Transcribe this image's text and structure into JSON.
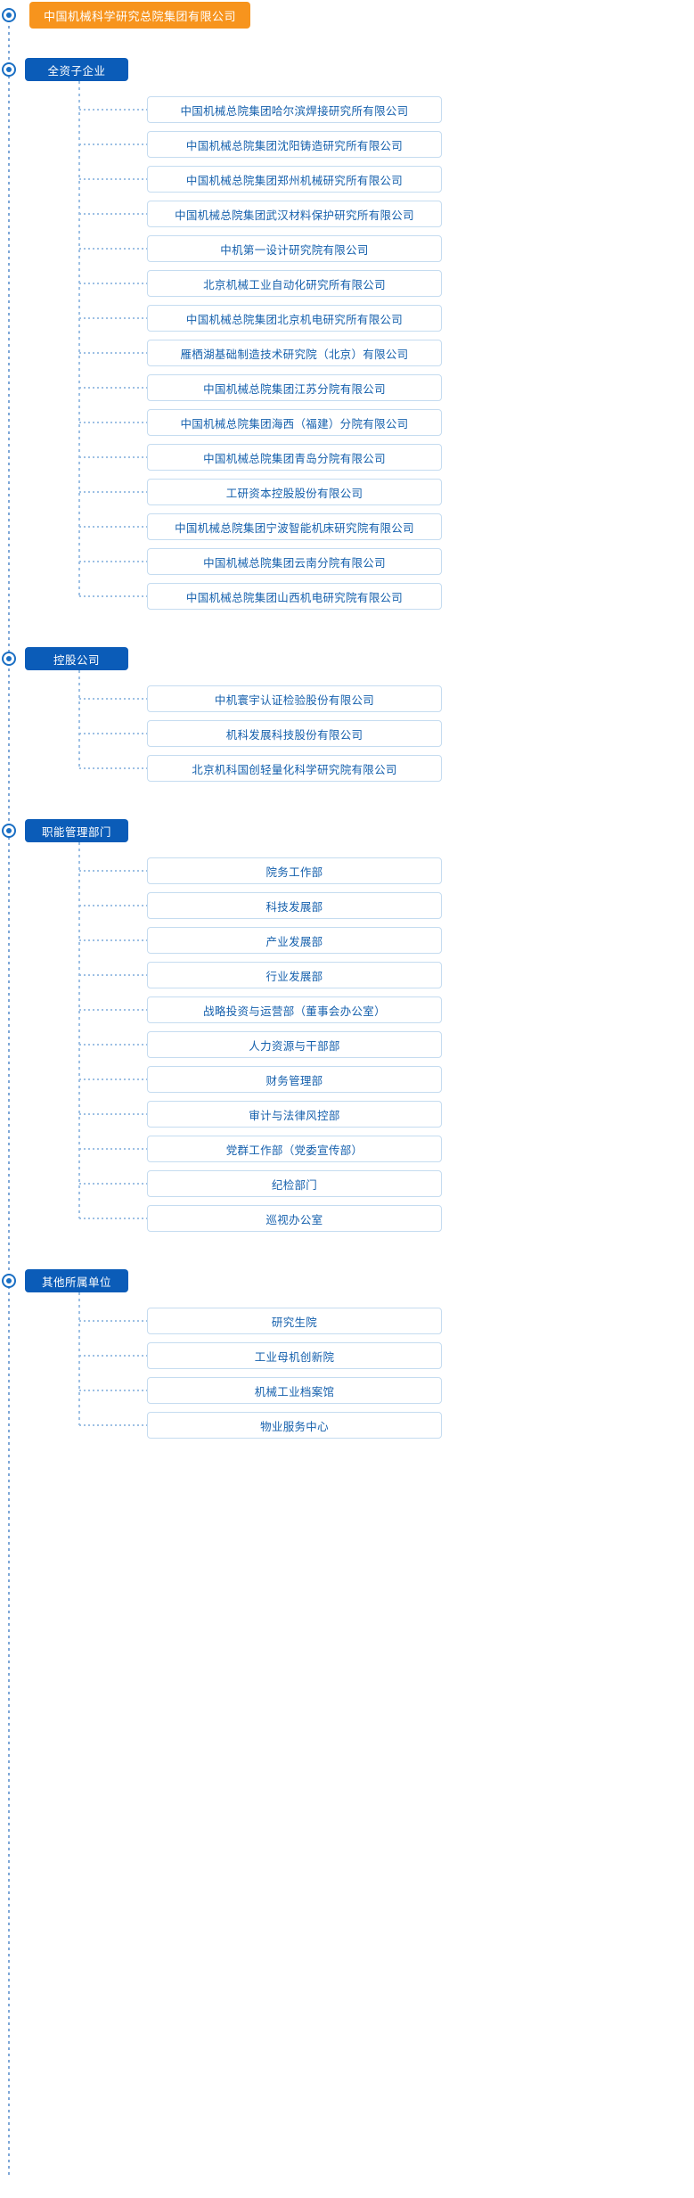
{
  "colors": {
    "root_bg": "#f7941d",
    "category_bg": "#0b5cb8",
    "item_text": "#1560ad",
    "item_border": "#c5dcf0",
    "line": "#9dc0e4",
    "marker": "#1a6fc4"
  },
  "root": {
    "label": "中国机械科学研究总院集团有限公司",
    "marker_name": "root-node-marker"
  },
  "groups": [
    {
      "label": "全资子企业",
      "items": [
        "中国机械总院集团哈尔滨焊接研究所有限公司",
        "中国机械总院集团沈阳铸造研究所有限公司",
        "中国机械总院集团郑州机械研究所有限公司",
        "中国机械总院集团武汉材料保护研究所有限公司",
        "中机第一设计研究院有限公司",
        "北京机械工业自动化研究所有限公司",
        "中国机械总院集团北京机电研究所有限公司",
        "雁栖湖基础制造技术研究院（北京）有限公司",
        "中国机械总院集团江苏分院有限公司",
        "中国机械总院集团海西（福建）分院有限公司",
        "中国机械总院集团青岛分院有限公司",
        "工研资本控股股份有限公司",
        "中国机械总院集团宁波智能机床研究院有限公司",
        "中国机械总院集团云南分院有限公司",
        "中国机械总院集团山西机电研究院有限公司"
      ]
    },
    {
      "label": "控股公司",
      "items": [
        "中机寰宇认证检验股份有限公司",
        "机科发展科技股份有限公司",
        "北京机科国创轻量化科学研究院有限公司"
      ]
    },
    {
      "label": "职能管理部门",
      "items": [
        "院务工作部",
        "科技发展部",
        "产业发展部",
        "行业发展部",
        "战略投资与运营部（董事会办公室）",
        "人力资源与干部部",
        "财务管理部",
        "审计与法律风控部",
        "党群工作部（党委宣传部）",
        "纪检部门",
        "巡视办公室"
      ]
    },
    {
      "label": "其他所属单位",
      "items": [
        "研究生院",
        "工业母机创新院",
        "机械工业档案馆",
        "物业服务中心"
      ]
    }
  ]
}
